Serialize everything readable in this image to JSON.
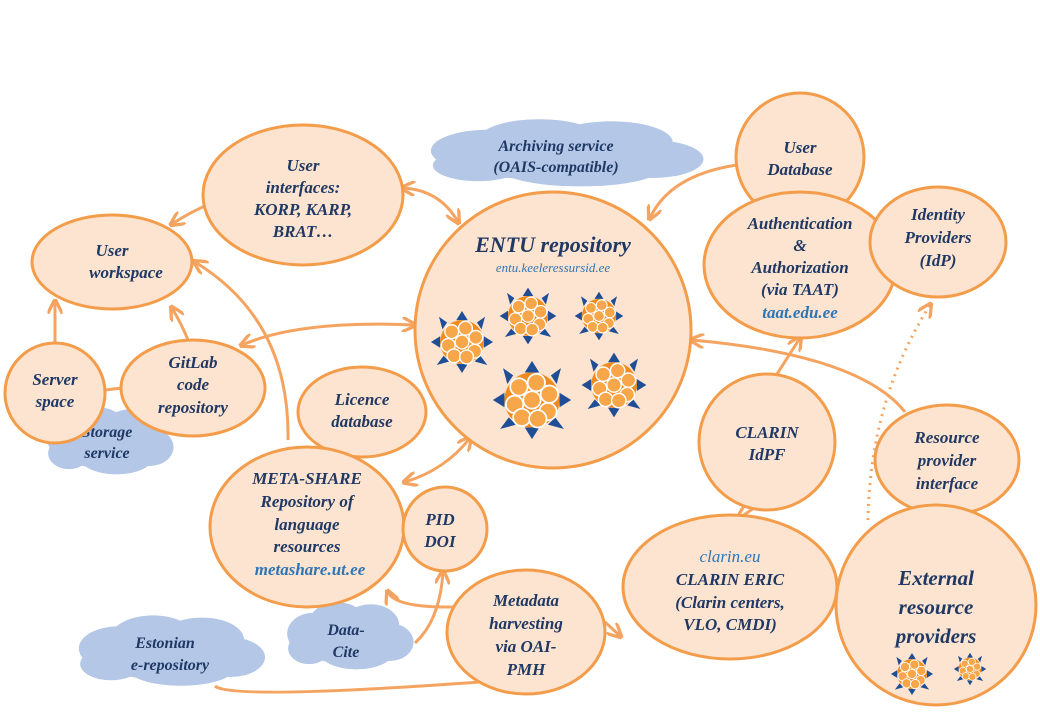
{
  "colors": {
    "node_fill": "#fde4d0",
    "node_stroke": "#f39c4a",
    "edge": "#f4a460",
    "cloud": "#b4c7e7",
    "text_dark": "#1f3864",
    "text_link": "#2e75b6",
    "berry": "#f08a1c",
    "berry_leaf": "#1f4e96"
  },
  "nodes": {
    "user_interfaces": {
      "lines": [
        "User",
        "interfaces:",
        "KORP, KARP,",
        "BRAT…"
      ]
    },
    "user_workspace": {
      "lines": [
        "User",
        "workspace"
      ]
    },
    "entu": {
      "title": "ENTU repository",
      "url": "entu.keeleressursid.ee"
    },
    "user_database": {
      "lines": [
        "User",
        "Database"
      ]
    },
    "auth": {
      "lines": [
        "Authentication",
        "&",
        "Authorization",
        "(via TAAT)"
      ],
      "url": "taat.edu.ee"
    },
    "idp": {
      "lines": [
        "Identity",
        "Providers",
        "(IdP)"
      ]
    },
    "server_space": {
      "lines": [
        "Server",
        "space"
      ]
    },
    "gitlab": {
      "lines": [
        "GitLab",
        "code",
        "repository"
      ]
    },
    "licence": {
      "lines": [
        "Licence",
        "database"
      ]
    },
    "clarin_idpf": {
      "lines": [
        "CLARIN",
        "IdPF"
      ]
    },
    "resource_provider": {
      "lines": [
        "Resource",
        "provider",
        "interface"
      ]
    },
    "metashare": {
      "lines": [
        "META-SHARE",
        "Repository of",
        "language",
        "resources"
      ],
      "url": "metashare.ut.ee"
    },
    "pid": {
      "lines": [
        "PID",
        "DOI"
      ]
    },
    "clarin_eric": {
      "url": "clarin.eu",
      "lines": [
        "CLARIN ERIC",
        "(Clarin centers,",
        "VLO, CMDI)"
      ]
    },
    "external": {
      "lines": [
        "External",
        "resource",
        "providers"
      ]
    },
    "harvesting": {
      "lines": [
        "Metadata",
        "harvesting",
        "via OAI-",
        "PMH"
      ]
    }
  },
  "clouds": {
    "archiving": {
      "lines": [
        "Archiving service",
        "(OAIS-compatible)"
      ]
    },
    "storage": {
      "lines": [
        "Storage",
        "service"
      ]
    },
    "datacite": {
      "lines": [
        "Data-",
        "Cite"
      ]
    },
    "estonian": {
      "lines": [
        "Estonian",
        "e-repository"
      ]
    }
  }
}
